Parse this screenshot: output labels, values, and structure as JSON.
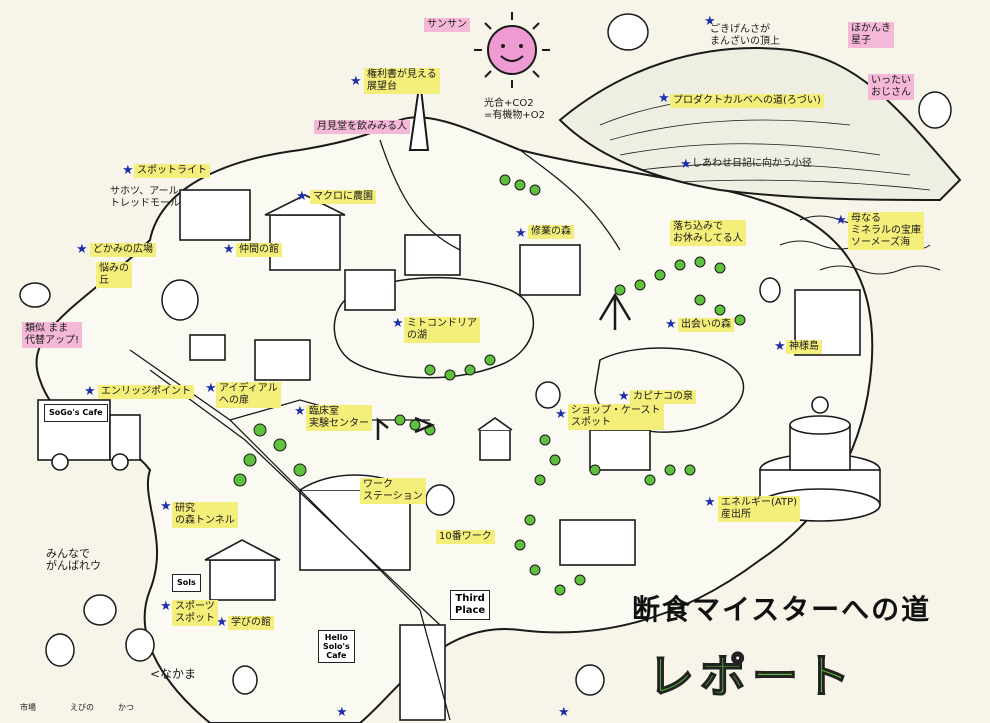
{
  "map": {
    "labels": {
      "sun": "サンサン",
      "summit": "ごきげんさが\nまんざいの頂上",
      "hoshi": "ほかんき\n星子",
      "oshiokiyama": "いったい\nおじさん",
      "observatory": "権利書が見える\n展望台",
      "tasting": "月見堂を飲みみる人",
      "photo": "光合+CO2\n=有機物+O2",
      "product": "プロダクトカルベへの道(ろづい)",
      "spotlight": "スポットライト",
      "artmall": "サホツ、アール\nトレッドモール",
      "magro": "マクロに農園",
      "moritama": "どかみの広場",
      "nayami": "悩みの\n丘",
      "kata": "類似 まま\n代替アップ!",
      "shiawase": "しあわせ日記に向かう小径",
      "bonyo": "母なる\nミネラルの宝庫\nソーメーズ海",
      "shuyo": "修業の森",
      "ochitsuki": "落ち込みで\nお休みしてる人",
      "nakama": "仲間の館",
      "mitocon": "ミトコンドリア\nの湖",
      "deai": "出会いの森",
      "kamiai": "神様島",
      "kukan": "アイディアル\nへの扉",
      "rinsho": "臨床室\n実験センター",
      "energy": "エンリッジポイント",
      "sagisa": "ショップ・ケースト\nスポット",
      "kapukapu": "カピナコの泉",
      "work": "ワーク\nステーション",
      "jikken": "10番ワーク",
      "forest": "研究\nの森トンネル",
      "atp": "エネルギー(ATP)\n産出所",
      "sports": "スポーツ\nスポット",
      "manabi": "学びの館",
      "minnade": "みんなで\nがんばれウ",
      "nakama2": "<なかま",
      "ichiba": "市場",
      "ebi": "えびの",
      "katsu": "かつ"
    },
    "signs": {
      "solo": "SoGo's Cafe",
      "third": "Third\nPlace",
      "hello": "Hello\nSolo's\nCafe",
      "sols": "Sols"
    },
    "title": {
      "line1": "断食マイスターへの道",
      "line2": "レポート"
    },
    "colors": {
      "ink": "#1a1a1a",
      "highlight_yellow": "#f4ee7a",
      "highlight_pink": "#f5b8d6",
      "sun_pink": "#ef9ad2",
      "tree_green": "#5fbf3f",
      "star_blue": "#1d2ea8"
    }
  }
}
